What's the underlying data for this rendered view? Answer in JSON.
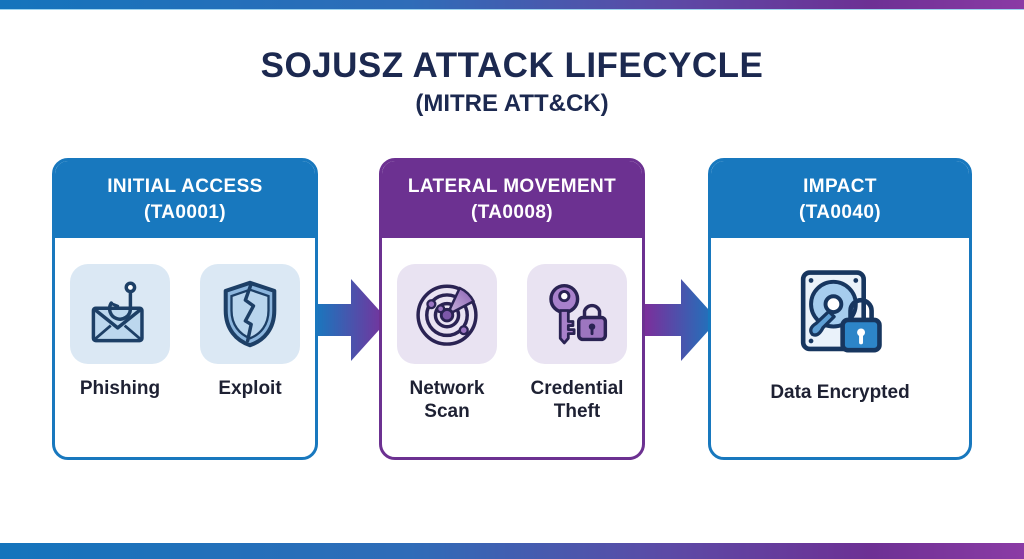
{
  "page": {
    "title": "SOJUSZ ATTACK LIFECYCLE",
    "subtitle": "(MITRE ATT&CK)"
  },
  "colors": {
    "brand_blue": "#1878be",
    "brand_purple": "#6c3191",
    "gradient_left": "#1474bc",
    "gradient_right": "#8b3ba5",
    "title_text": "#1c2950",
    "label_text": "#1e2133",
    "blue_tile_bg": "#dbe8f4",
    "purple_tile_bg": "#e9e3f2"
  },
  "stages": [
    {
      "name": "INITIAL ACCESS",
      "tactic_id": "(TA0001)",
      "theme": "blue",
      "techniques": [
        {
          "label": "Phishing",
          "icon": "phishing-hook-envelope-icon"
        },
        {
          "label": "Exploit",
          "icon": "cracked-shield-icon"
        }
      ]
    },
    {
      "name": "LATERAL MOVEMENT",
      "tactic_id": "(TA0008)",
      "theme": "purple",
      "techniques": [
        {
          "label": "Network Scan",
          "icon": "radar-scan-icon"
        },
        {
          "label": "Credential Theft",
          "icon": "key-padlock-icon"
        }
      ]
    },
    {
      "name": "IMPACT",
      "tactic_id": "(TA0040)",
      "theme": "blue",
      "techniques": [
        {
          "label": "Data Encrypted",
          "icon": "encrypted-hard-drive-icon"
        }
      ]
    }
  ],
  "arrows": [
    {
      "direction": "right",
      "gradient": "blue-to-purple"
    },
    {
      "direction": "right",
      "gradient": "purple-to-blue"
    }
  ]
}
